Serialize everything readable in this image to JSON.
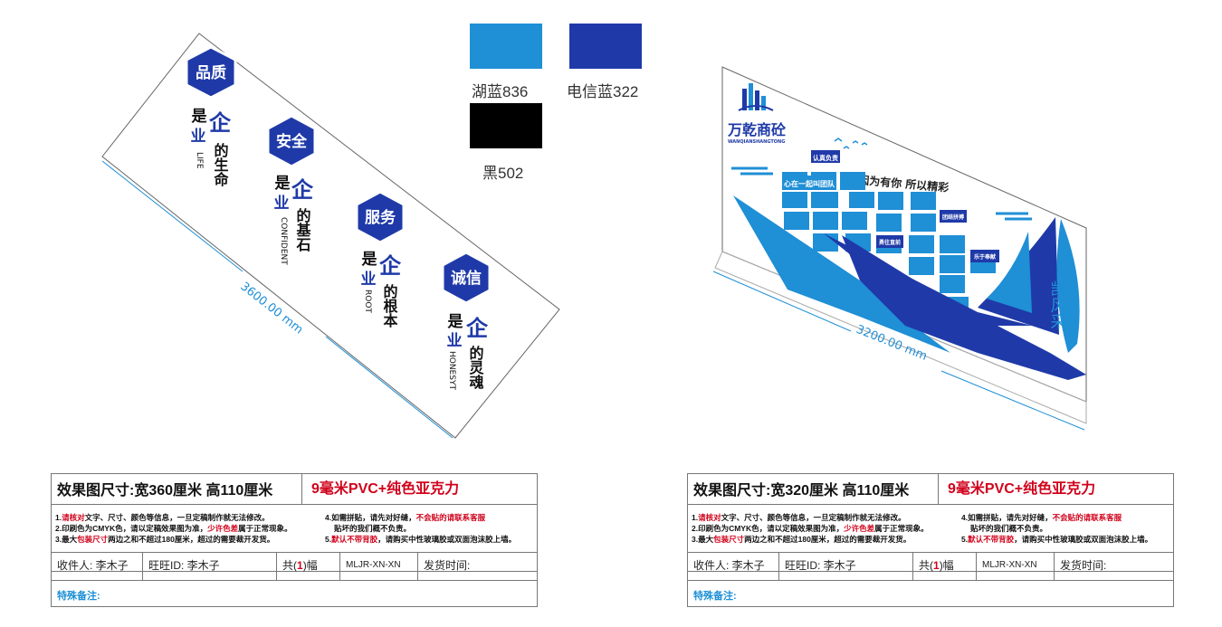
{
  "left_panel": {
    "dimension": "3600.00 mm",
    "items": [
      {
        "badge": "品质",
        "shi": "是",
        "qi": "企",
        "ye": "业",
        "tail": "的生命",
        "eng": "LIFE"
      },
      {
        "badge": "安全",
        "shi": "是",
        "qi": "企",
        "ye": "业",
        "tail": "的基石",
        "eng": "CONFIDENT"
      },
      {
        "badge": "服务",
        "shi": "是",
        "qi": "企",
        "ye": "业",
        "tail": "的根本",
        "eng": "ROOT"
      },
      {
        "badge": "诚信",
        "shi": "是",
        "qi": "企",
        "ye": "业",
        "tail": "的灵魂",
        "eng": "HONESYT"
      }
    ]
  },
  "swatches": [
    {
      "label": "湖蓝836",
      "color": "#1f8fd6"
    },
    {
      "label": "电信蓝322",
      "color": "#1f3aa8"
    },
    {
      "label": "黑502",
      "color": "#000000"
    }
  ],
  "right_panel": {
    "dimension": "3200.00 mm",
    "logo_cn": "万乾商砼",
    "logo_en": "WANQIANSHANGTONG",
    "slogan": "因为有你 所以精彩",
    "tags": [
      "认真负责",
      "心在一起叫团队",
      "团结拼搏",
      "勇往直前",
      "乐于奉献"
    ],
    "vertical_text": "凯风采"
  },
  "cards": [
    {
      "title": "效果图尺寸:宽360厘米  高110厘米",
      "material": "9毫米PVC+纯色亚克力",
      "note1a": "1.",
      "note1b": "请核对",
      "note1c": "文字、尺寸、颜色等信息，一旦定稿制作就无法修改。",
      "note2a": "2.印刷色为CMYK色，请以定稿效果图为准，",
      "note2b": "少许色差",
      "note2c": "属于正常现象。",
      "note3a": "3.最大",
      "note3b": "包装尺寸",
      "note3c": "两边之和不超过180厘米，超过的需要裁开发货。",
      "note4a": "4.如需拼贴，请先对好缝，",
      "note4b": "不会贴的请联系客服",
      "note4c": "贴坏的我们概不负责。",
      "note5a": "5.",
      "note5b": "默认不带背胶",
      "note5c": "，请购买中性玻璃胶或双面泡沫胶上墙。",
      "receiver": "收件人: 李木子",
      "wangwang": "旺旺ID: 李木子",
      "count_pre": "共(",
      "count": "1",
      "count_post": ")幅",
      "code": "MLJR-XN-XN",
      "ship": "发货时间:",
      "special": "特殊备注:"
    },
    {
      "title": "效果图尺寸:宽320厘米  高110厘米",
      "material": "9毫米PVC+纯色亚克力",
      "note1a": "1.",
      "note1b": "请核对",
      "note1c": "文字、尺寸、颜色等信息，一旦定稿制作就无法修改。",
      "note2a": "2.印刷色为CMYK色，请以定稿效果图为准，",
      "note2b": "少许色差",
      "note2c": "属于正常现象。",
      "note3a": "3.最大",
      "note3b": "包装尺寸",
      "note3c": "两边之和不超过180厘米，超过的需要裁开发货。",
      "note4a": "4.如需拼贴，请先对好缝，",
      "note4b": "不会贴的请联系客服",
      "note4c": "贴坏的我们概不负责。",
      "note5a": "5.",
      "note5b": "默认不带背胶",
      "note5c": "，请购买中性玻璃胶或双面泡沫胶上墙。",
      "receiver": "收件人: 李木子",
      "wangwang": "旺旺ID: 李木子",
      "count_pre": "共(",
      "count": "1",
      "count_post": ")幅",
      "code": "MLJR-XN-XN",
      "ship": "发货时间:",
      "special": "特殊备注:"
    }
  ]
}
